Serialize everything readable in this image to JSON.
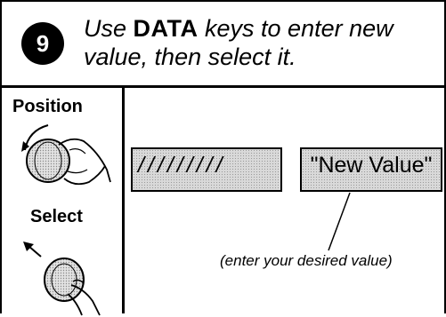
{
  "header": {
    "step_number": "9",
    "instruction_pre": "Use ",
    "instruction_keyword": "DATA",
    "instruction_post": " keys to enter new value, then select it."
  },
  "controls": {
    "position_label": "Position",
    "select_label": "Select"
  },
  "softkeys": {
    "placeholder_key": "/////////",
    "new_value_key": "\"New Value\""
  },
  "annotation": "(enter your desired value)",
  "icons": [
    "rotary-knob-icon",
    "rotate-arrow-icon",
    "push-knob-icon",
    "press-arrow-icon"
  ]
}
